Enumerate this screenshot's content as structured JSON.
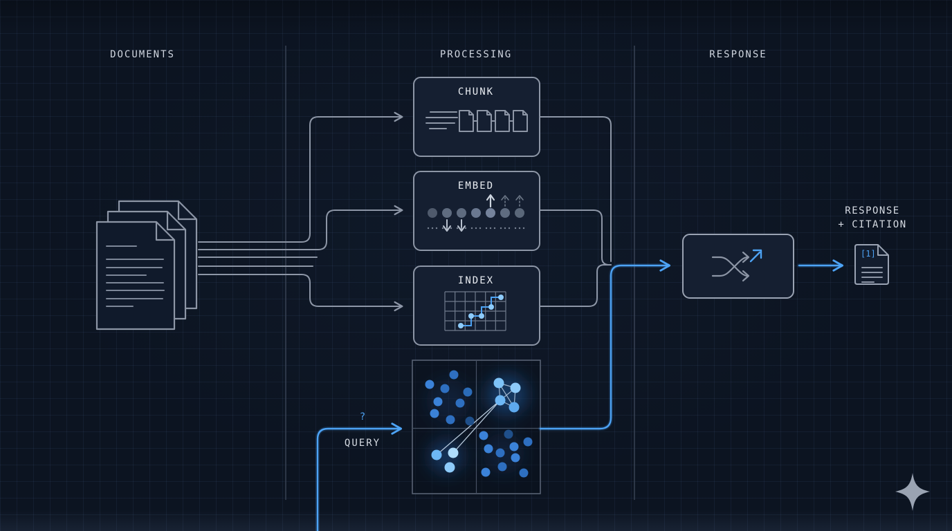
{
  "columns": {
    "documents": "DOCUMENTS",
    "processing": "PROCESSING",
    "response": "RESPONSE"
  },
  "nodes": {
    "chunk": "CHUNK",
    "embed": "EMBED",
    "index": "INDEX"
  },
  "query": {
    "question_mark": "?",
    "label": "QUERY"
  },
  "output": {
    "title_line1": "RESPONSE",
    "title_line2": "+ CITATION",
    "citation_marker": "[1]"
  },
  "icons": {
    "documents_stack": "documents-stack-icon",
    "chunk_pages": "chunk-pages-icon",
    "embed_vectors": "embed-vectors-icon",
    "index_grid": "index-grid-icon",
    "vector_space": "vector-space-plot",
    "shuffle": "shuffle-rerank-icon",
    "citation_doc": "citation-document-icon",
    "sparkle": "sparkle-logo-icon"
  },
  "colors": {
    "background": "#0c1421",
    "grid_line": "#1c2940",
    "stroke_gray": "#8d96a6",
    "accent_blue": "#3f93ef",
    "bright_dot": "#8ecbfa",
    "mid_dot": "#3b82d8",
    "dark_dot": "#1f4f8a",
    "text": "#d6dbe3"
  }
}
